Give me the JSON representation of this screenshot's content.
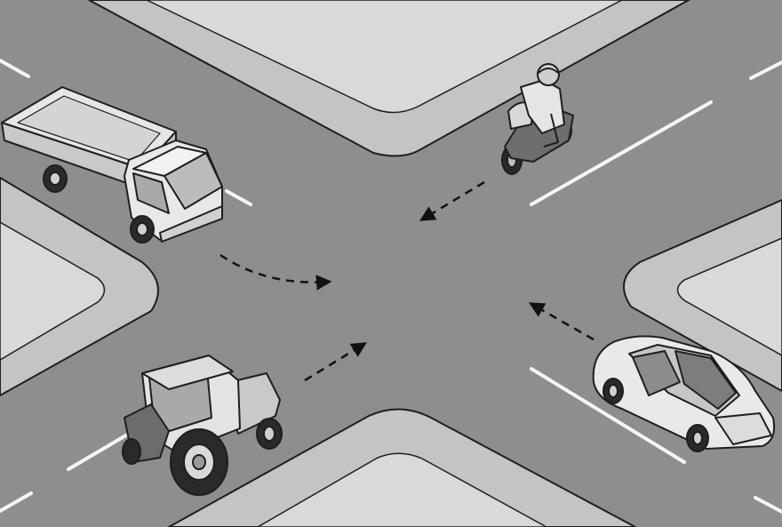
{
  "scene": {
    "type": "road-intersection-diagram",
    "colors": {
      "road": "#8e8e8e",
      "curb": "#c6c6c6",
      "sidewalk": "#d9d9d9",
      "lane_marking": "#f5f5f5",
      "outline": "#1e1e1e",
      "arrow": "#111111"
    },
    "vehicles": [
      {
        "kind": "truck",
        "label": "",
        "heading": "south-east"
      },
      {
        "kind": "motorcycle",
        "label": "",
        "heading": "south-west"
      },
      {
        "kind": "car",
        "label": "",
        "heading": "north-west"
      },
      {
        "kind": "tractor",
        "label": "",
        "heading": "north-east"
      }
    ],
    "arrows": [
      {
        "for": "truck",
        "style": "dashed",
        "motion": "turning"
      },
      {
        "for": "motorcycle",
        "style": "dashed",
        "motion": "straight"
      },
      {
        "for": "car",
        "style": "dashed",
        "motion": "straight"
      },
      {
        "for": "tractor",
        "style": "dashed",
        "motion": "straight"
      }
    ]
  }
}
